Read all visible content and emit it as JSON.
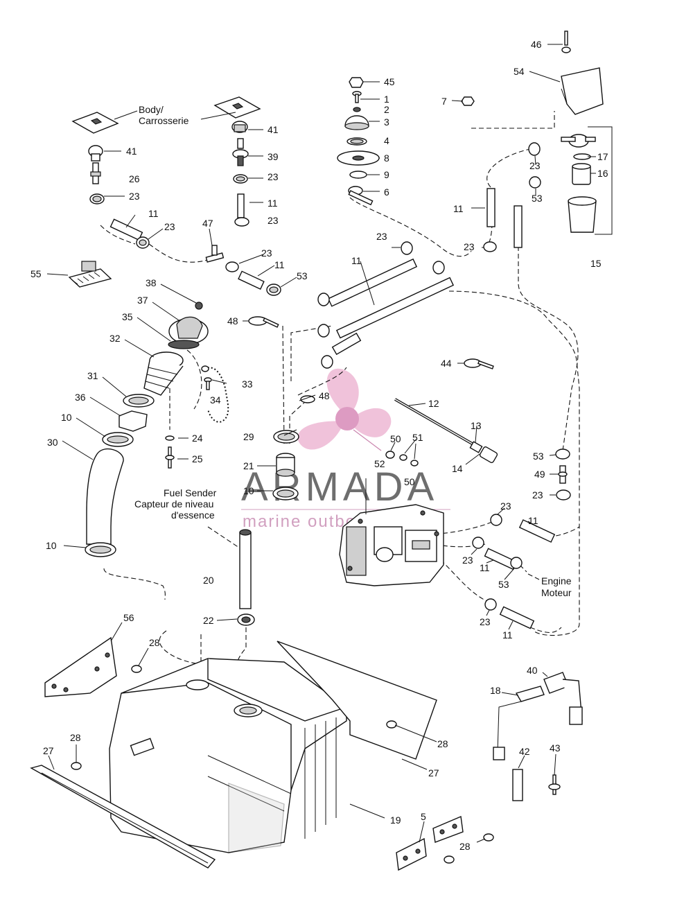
{
  "labels": {
    "body": "Body/",
    "carrosserie": "Carrosserie",
    "fuel_sender": "Fuel Sender",
    "capteur": "Capteur de niveau",
    "essence": "d'essence",
    "engine": "Engine",
    "moteur": "Moteur"
  },
  "watermark": {
    "brand": "ARMADA",
    "tagline": "marine outboards",
    "color_primary": "#e8a6c9",
    "color_text": "#555555"
  },
  "callouts": {
    "n1": "1",
    "n2": "2",
    "n3": "3",
    "n4": "4",
    "n5": "5",
    "n6": "6",
    "n7": "7",
    "n8": "8",
    "n9": "9",
    "n10": "10",
    "n11": "11",
    "n12": "12",
    "n13": "13",
    "n14": "14",
    "n15": "15",
    "n16": "16",
    "n17": "17",
    "n18": "18",
    "n19": "19",
    "n20": "20",
    "n21": "21",
    "n22": "22",
    "n23": "23",
    "n24": "24",
    "n25": "25",
    "n26": "26",
    "n27": "27",
    "n28": "28",
    "n29": "29",
    "n30": "30",
    "n31": "31",
    "n32": "32",
    "n33": "33",
    "n34": "34",
    "n35": "35",
    "n36": "36",
    "n37": "37",
    "n38": "38",
    "n39": "39",
    "n40": "40",
    "n41": "41",
    "n42": "42",
    "n43": "43",
    "n44": "44",
    "n45": "45",
    "n46": "46",
    "n47": "47",
    "n48": "48",
    "n49": "49",
    "n50": "50",
    "n51": "51",
    "n52": "52",
    "n53": "53",
    "n54": "54",
    "n55": "55",
    "n56": "56"
  }
}
